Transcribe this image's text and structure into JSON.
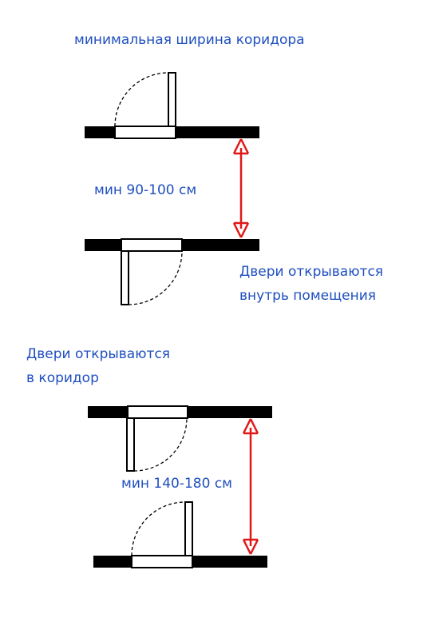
{
  "colors": {
    "text": "#1f4fbf",
    "arrow": "#e01818",
    "wall": "#000000",
    "door_outline": "#000000"
  },
  "diagram_1": {
    "title": "минимальная  ширина коридора",
    "dimension": "мин 90-100 см",
    "note": {
      "line1": "Двери открываются",
      "line2": "внутрь помещения"
    }
  },
  "diagram_2": {
    "note": {
      "line1": "Двери открываются",
      "line2": "в коридор"
    },
    "dimension": "мин 140-180 см"
  }
}
